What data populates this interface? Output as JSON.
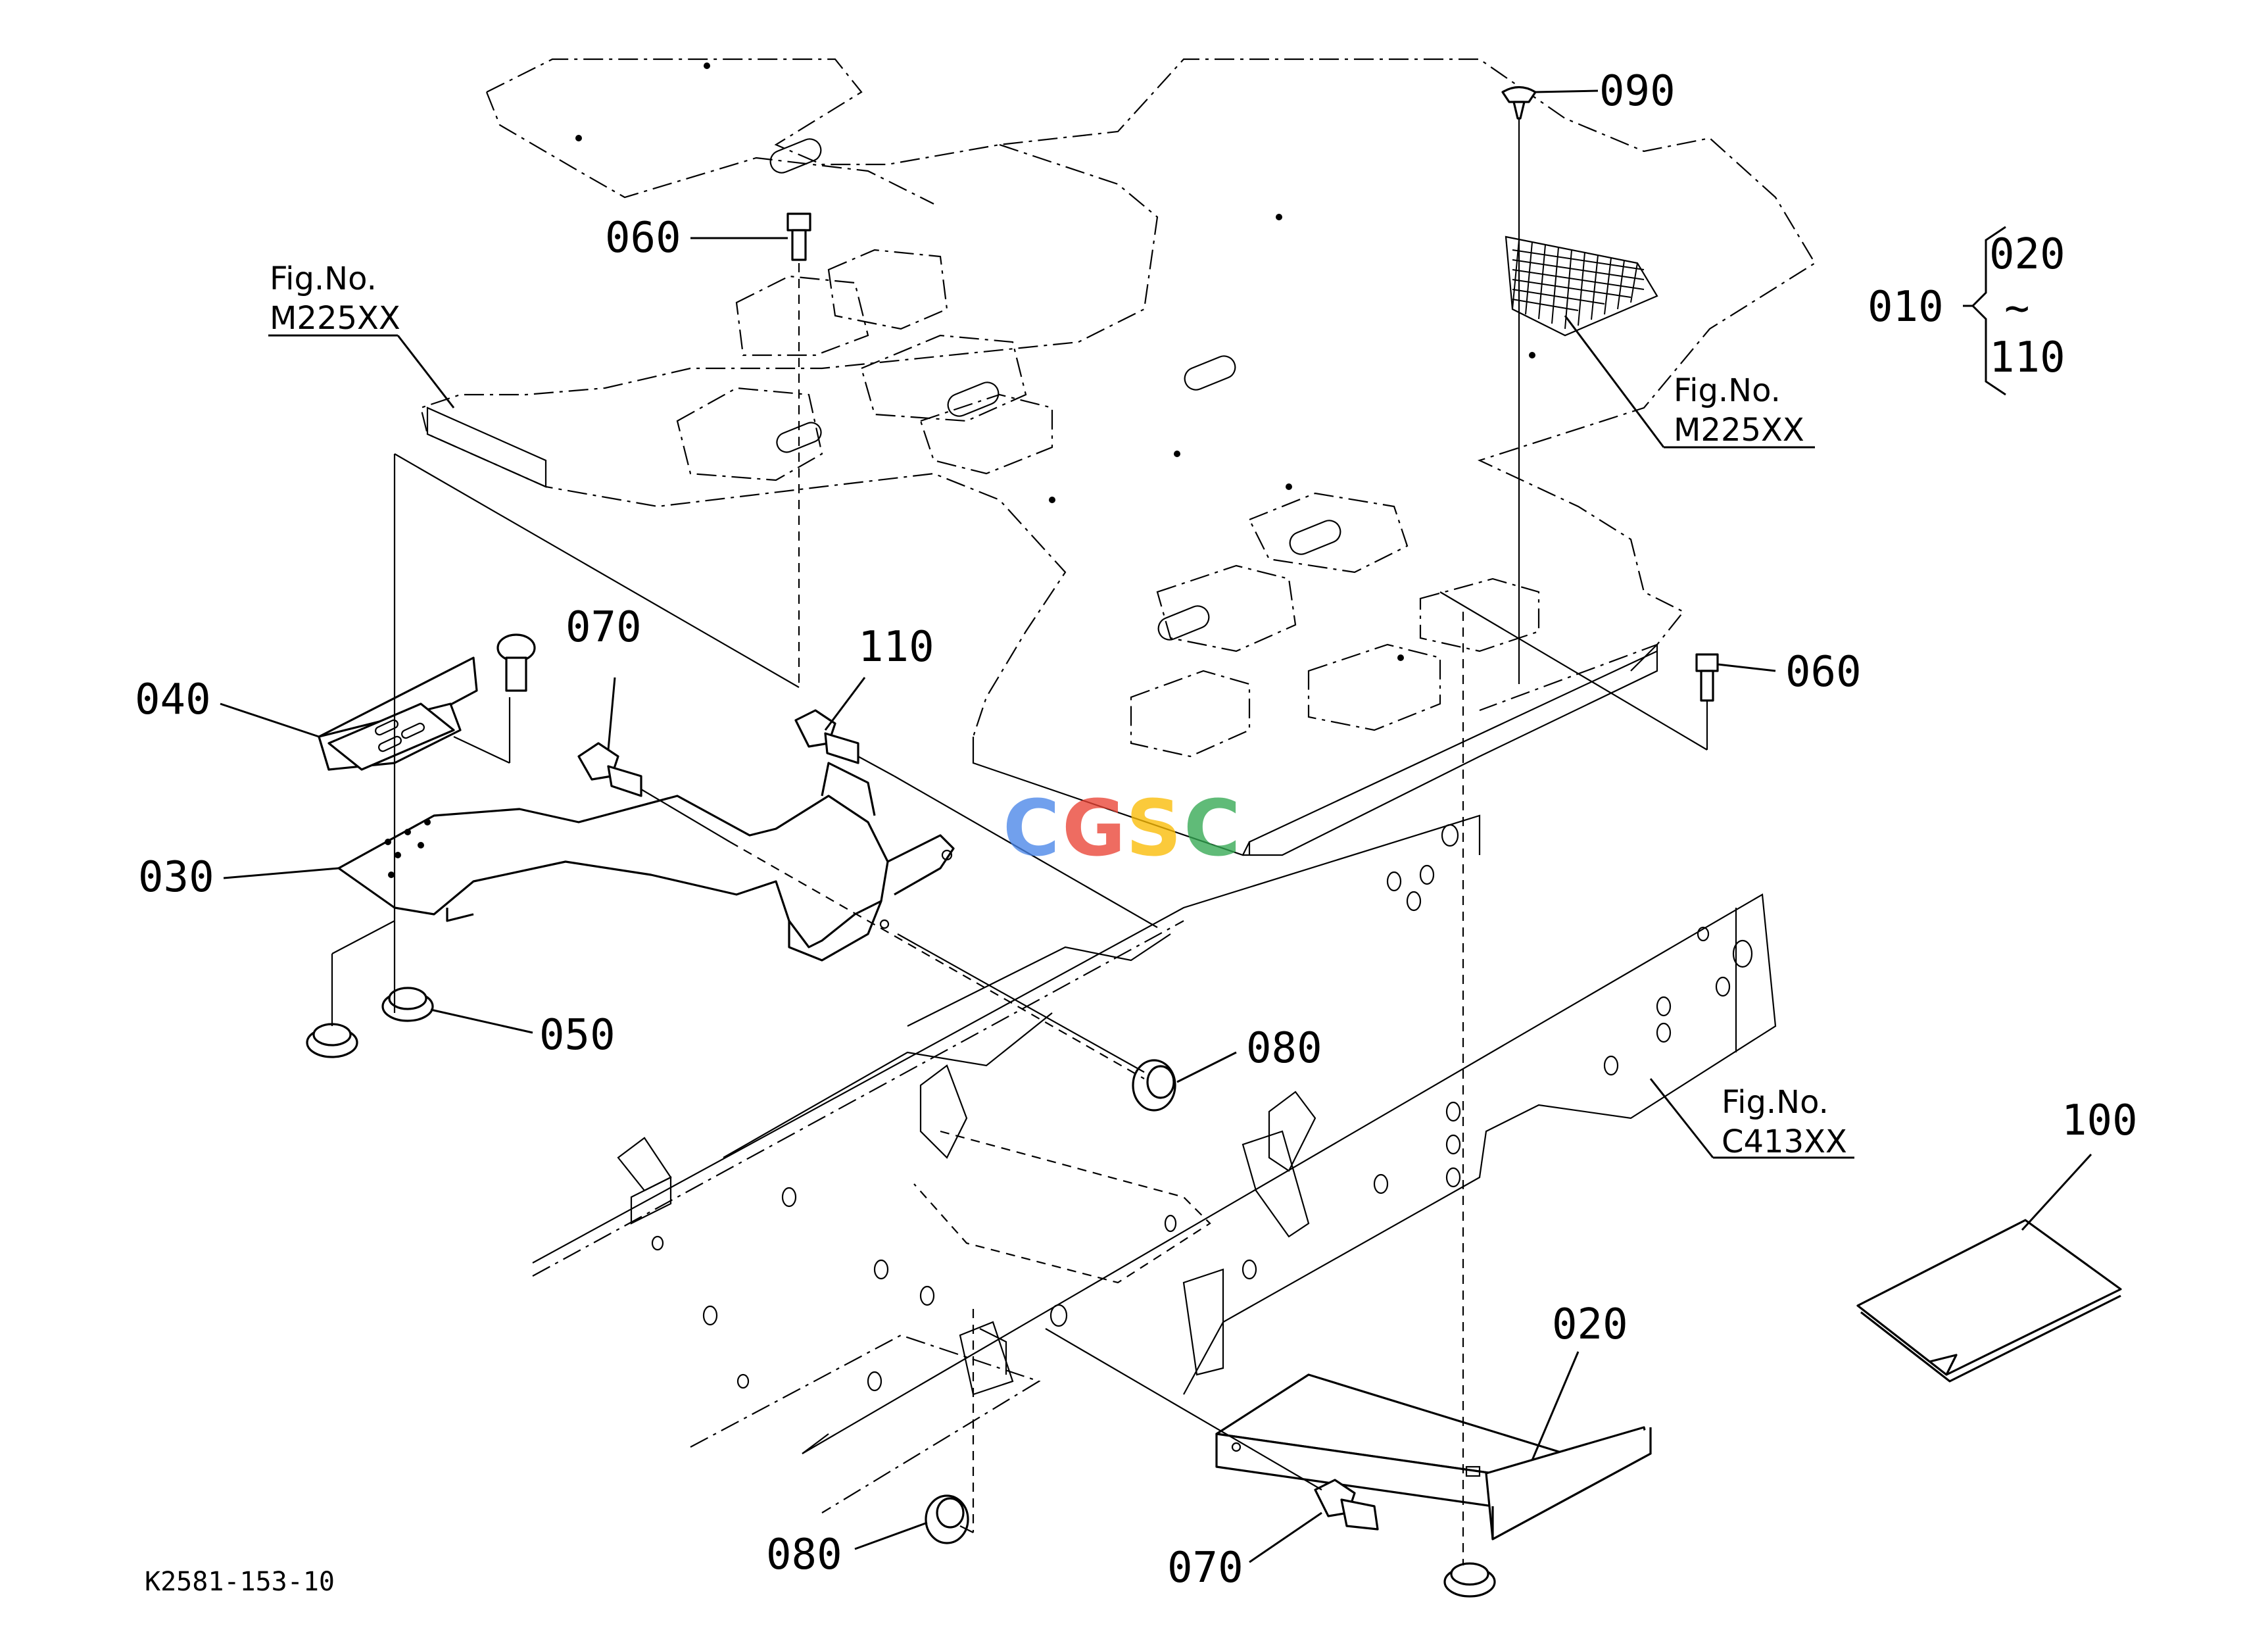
{
  "diagram_code": "K2581-153-10",
  "watermark": {
    "text": "CGSC",
    "colors": [
      "#4a86e8",
      "#ea4335",
      "#fbbc05",
      "#34a853"
    ]
  },
  "range_bracket": {
    "parent": "010",
    "from": "020",
    "tilde": "~",
    "to": "110"
  },
  "figure_refs": [
    {
      "line1": "Fig.No.",
      "line2": "M225XX"
    },
    {
      "line1": "Fig.No.",
      "line2": "M225XX"
    },
    {
      "line1": "Fig.No.",
      "line2": "C413XX"
    }
  ],
  "callouts": [
    "060",
    "090",
    "040",
    "070",
    "110",
    "060",
    "030",
    "050",
    "080",
    "020",
    "100",
    "080",
    "070"
  ]
}
